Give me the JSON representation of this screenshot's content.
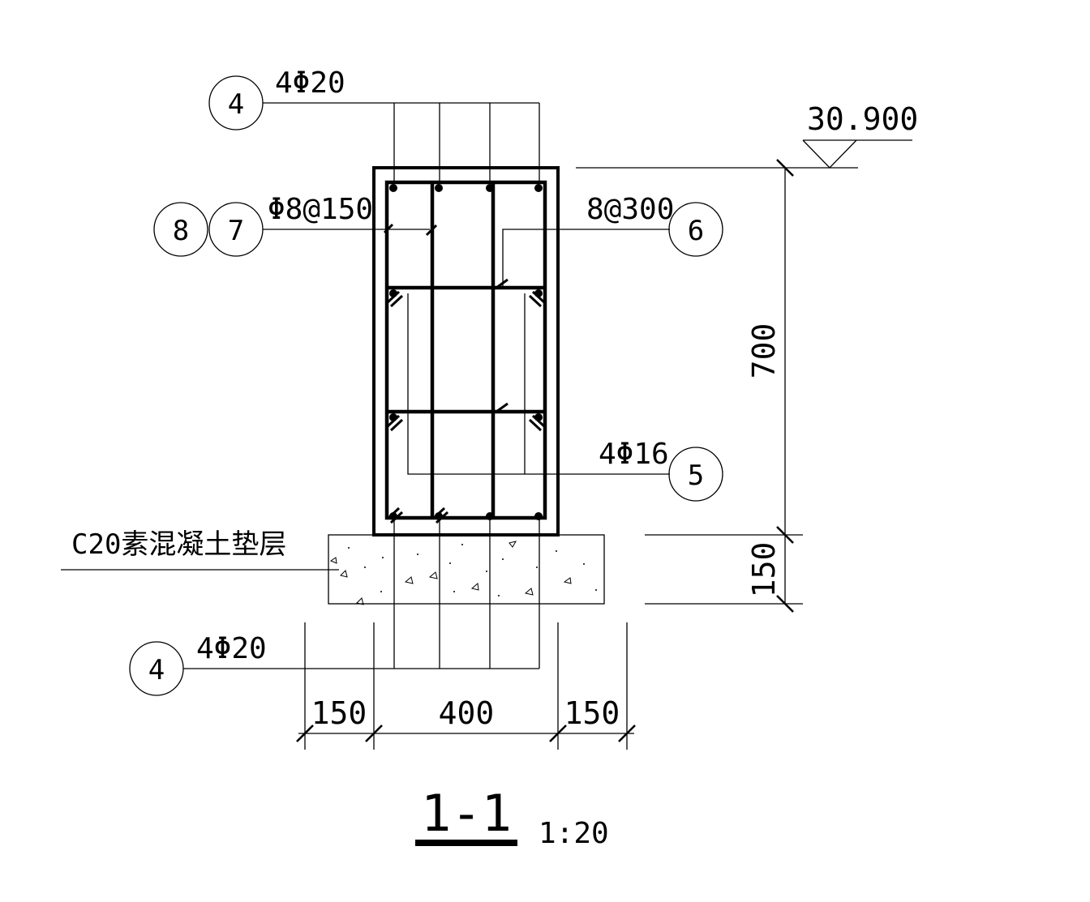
{
  "section": {
    "title": "1-1",
    "scale": "1:20"
  },
  "elevation": {
    "value": "30.900"
  },
  "callouts": {
    "top_bars": {
      "marks": [
        "4"
      ],
      "text": "4Φ20"
    },
    "stirrups": {
      "marks": [
        "8",
        "7"
      ],
      "text": "Φ8@150"
    },
    "tie_bars": {
      "marks": [
        "6"
      ],
      "text": "8@300"
    },
    "side_bars": {
      "marks": [
        "5"
      ],
      "text": "4Φ16"
    },
    "bottom_bars": {
      "marks": [
        "4"
      ],
      "text": "4Φ20"
    },
    "bedding": {
      "text": "C20素混凝土垫层"
    }
  },
  "dimensions": {
    "beam_height": "700",
    "bedding_thickness": "150",
    "left_offset": "150",
    "beam_width": "400",
    "right_offset": "150"
  },
  "colors": {
    "line": "#000000",
    "background": "#ffffff"
  }
}
